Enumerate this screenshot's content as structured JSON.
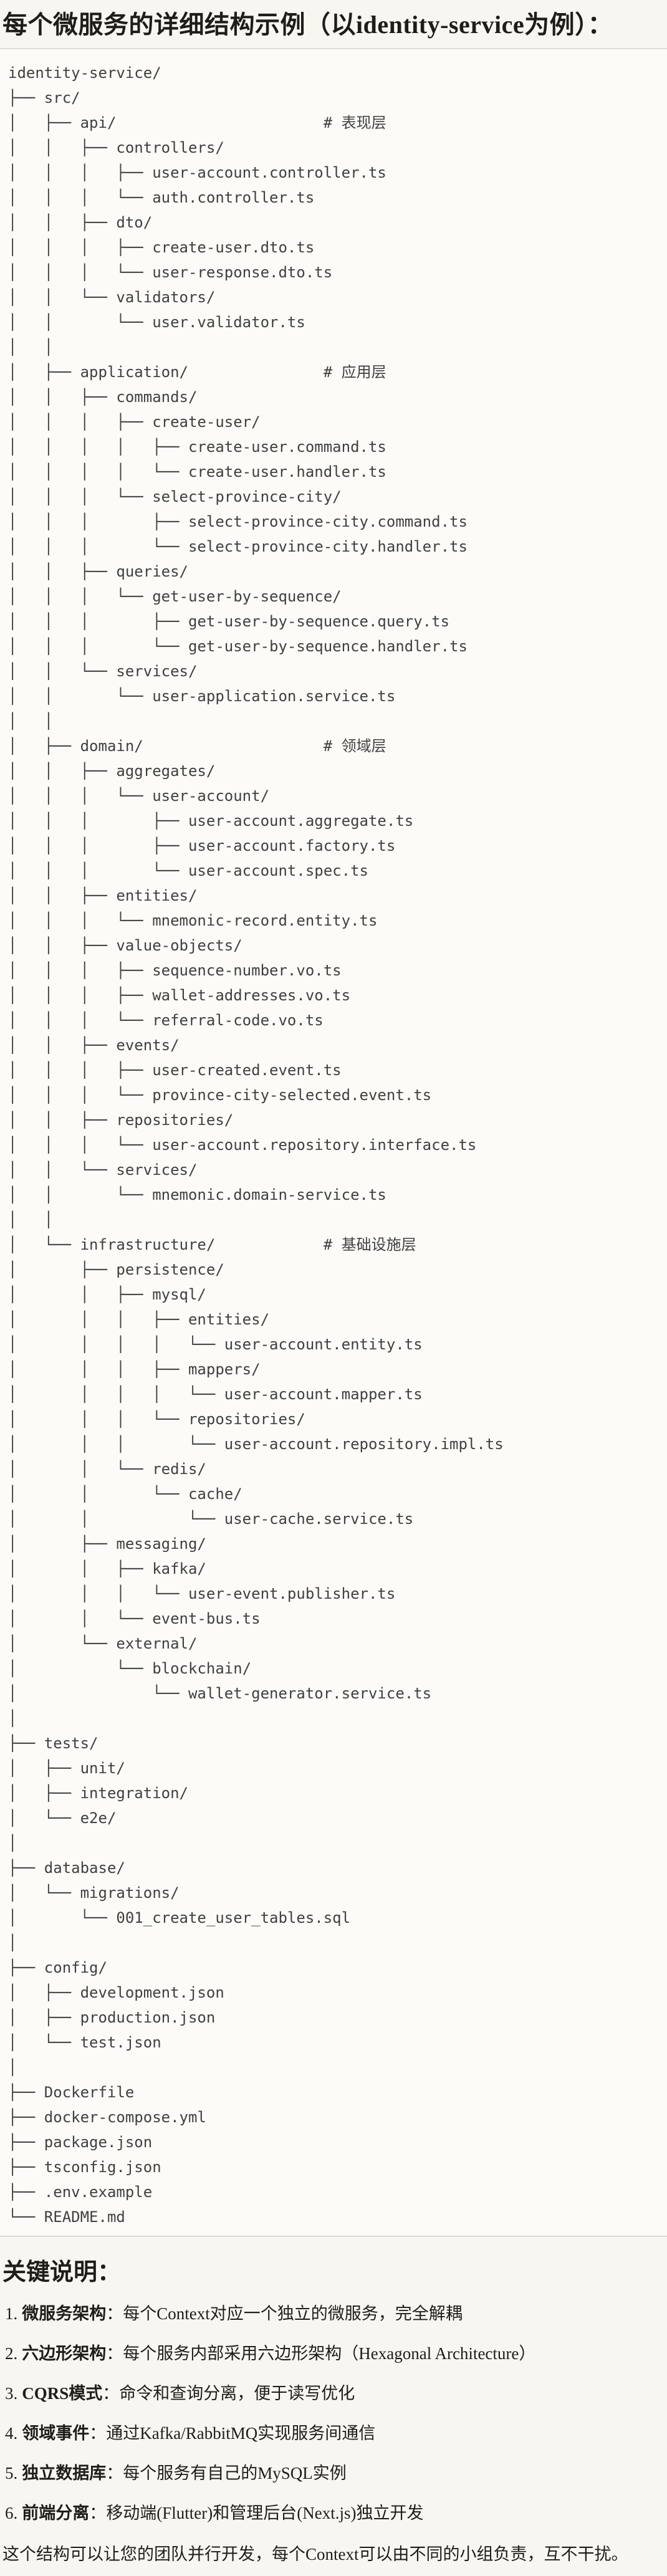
{
  "page": {
    "title": "每个微服务的详细结构示例（以identity-service为例）："
  },
  "code_block": {
    "language": "plaintext-directory-tree",
    "tree_lines": [
      "identity-service/",
      "├── src/",
      "│   ├── api/                       # 表现层",
      "│   │   ├── controllers/",
      "│   │   │   ├── user-account.controller.ts",
      "│   │   │   └── auth.controller.ts",
      "│   │   ├── dto/",
      "│   │   │   ├── create-user.dto.ts",
      "│   │   │   └── user-response.dto.ts",
      "│   │   └── validators/",
      "│   │       └── user.validator.ts",
      "│   │",
      "│   ├── application/               # 应用层",
      "│   │   ├── commands/",
      "│   │   │   ├── create-user/",
      "│   │   │   │   ├── create-user.command.ts",
      "│   │   │   │   └── create-user.handler.ts",
      "│   │   │   └── select-province-city/",
      "│   │   │       ├── select-province-city.command.ts",
      "│   │   │       └── select-province-city.handler.ts",
      "│   │   ├── queries/",
      "│   │   │   └── get-user-by-sequence/",
      "│   │   │       ├── get-user-by-sequence.query.ts",
      "│   │   │       └── get-user-by-sequence.handler.ts",
      "│   │   └── services/",
      "│   │       └── user-application.service.ts",
      "│   │",
      "│   ├── domain/                    # 领域层",
      "│   │   ├── aggregates/",
      "│   │   │   └── user-account/",
      "│   │   │       ├── user-account.aggregate.ts",
      "│   │   │       ├── user-account.factory.ts",
      "│   │   │       └── user-account.spec.ts",
      "│   │   ├── entities/",
      "│   │   │   └── mnemonic-record.entity.ts",
      "│   │   ├── value-objects/",
      "│   │   │   ├── sequence-number.vo.ts",
      "│   │   │   ├── wallet-addresses.vo.ts",
      "│   │   │   └── referral-code.vo.ts",
      "│   │   ├── events/",
      "│   │   │   ├── user-created.event.ts",
      "│   │   │   └── province-city-selected.event.ts",
      "│   │   ├── repositories/",
      "│   │   │   └── user-account.repository.interface.ts",
      "│   │   └── services/",
      "│   │       └── mnemonic.domain-service.ts",
      "│   │",
      "│   └── infrastructure/            # 基础设施层",
      "│       ├── persistence/",
      "│       │   ├── mysql/",
      "│       │   │   ├── entities/",
      "│       │   │   │   └── user-account.entity.ts",
      "│       │   │   ├── mappers/",
      "│       │   │   │   └── user-account.mapper.ts",
      "│       │   │   └── repositories/",
      "│       │   │       └── user-account.repository.impl.ts",
      "│       │   └── redis/",
      "│       │       └── cache/",
      "│       │           └── user-cache.service.ts",
      "│       ├── messaging/",
      "│       │   ├── kafka/",
      "│       │   │   └── user-event.publisher.ts",
      "│       │   └── event-bus.ts",
      "│       └── external/",
      "│           └── blockchain/",
      "│               └── wallet-generator.service.ts",
      "│",
      "├── tests/",
      "│   ├── unit/",
      "│   ├── integration/",
      "│   └── e2e/",
      "│",
      "├── database/",
      "│   └── migrations/",
      "│       └── 001_create_user_tables.sql",
      "│",
      "├── config/",
      "│   ├── development.json",
      "│   ├── production.json",
      "│   └── test.json",
      "│",
      "├── Dockerfile",
      "├── docker-compose.yml",
      "├── package.json",
      "├── tsconfig.json",
      "├── .env.example",
      "└── README.md"
    ]
  },
  "key_notes": {
    "heading": "关键说明：",
    "items": [
      {
        "num": "1.",
        "term": "微服务架构",
        "text": "：每个Context对应一个独立的微服务，完全解耦"
      },
      {
        "num": "2.",
        "term": "六边形架构",
        "text": "：每个服务内部采用六边形架构（Hexagonal Architecture）"
      },
      {
        "num": "3.",
        "term": "CQRS模式",
        "text": "：命令和查询分离，便于读写优化"
      },
      {
        "num": "4.",
        "term": "领域事件",
        "text": "：通过Kafka/RabbitMQ实现服务间通信"
      },
      {
        "num": "5.",
        "term": "独立数据库",
        "text": "：每个服务有自己的MySQL实例"
      },
      {
        "num": "6.",
        "term": "前端分离",
        "text": "：移动端(Flutter)和管理后台(Next.js)独立开发"
      }
    ],
    "footer": "这个结构可以让您的团队并行开发，每个Context可以由不同的小组负责，互不干扰。"
  },
  "colors": {
    "page_bg": "#F8F6F0",
    "code_bg": "#FCFBF8",
    "border": "#DEDCD5",
    "text": "#1E1D1A",
    "code_text": "#40403C"
  }
}
